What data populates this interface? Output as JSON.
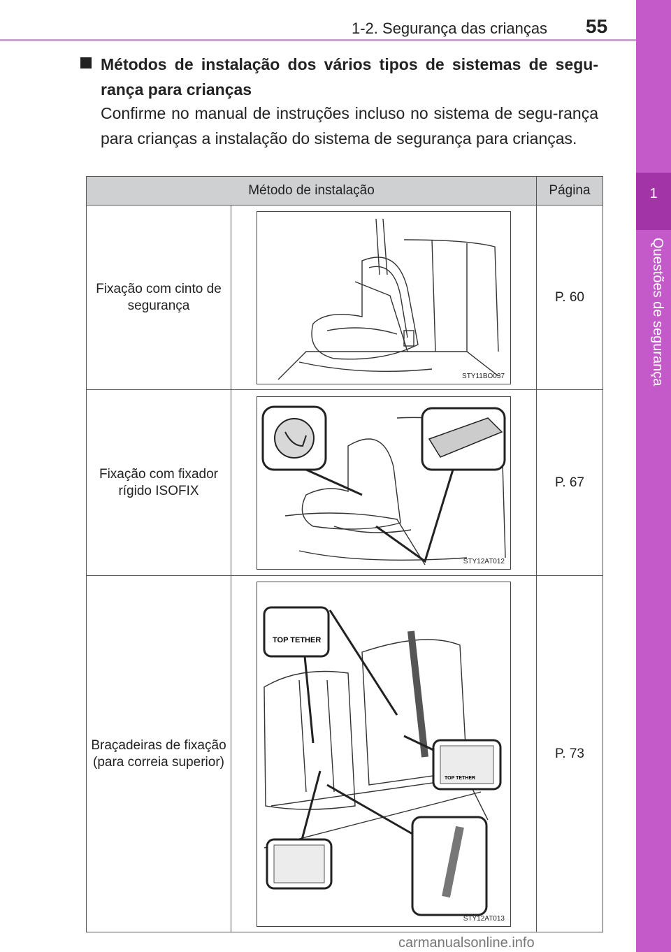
{
  "header": {
    "section_title": "1-2. Segurança das crianças",
    "page_number": "55"
  },
  "sidebar": {
    "chapter_number": "1",
    "chapter_title": "Questões de segurança"
  },
  "content": {
    "heading": "Métodos de instalação dos vários tipos de sistemas de segu-rança para crianças",
    "body": "Confirme no manual de instruções incluso no sistema de segu-rança para crianças a instalação do sistema de segurança para crianças."
  },
  "table": {
    "col_method": "Método de instalação",
    "col_page": "Página",
    "rows": [
      {
        "method": "Fixação com cinto de segurança",
        "figure_caption": "STY11BO037",
        "page": "P. 60"
      },
      {
        "method": "Fixação com fixador rígido ISOFIX",
        "figure_caption": "STY12AT012",
        "page": "P. 67"
      },
      {
        "method_line1": "Braçadeiras de fixação",
        "method_line2": "(para correia superior)",
        "figure_caption": "STY12AT013",
        "page": "P. 73",
        "badge_text": "TOP TETHER",
        "badge_text_small": "TOP TETHER"
      }
    ]
  },
  "footer": {
    "brand": "carmanualsonline.info"
  },
  "colors": {
    "sidebar": "#c45ac9",
    "sidebar_dark": "#a234a8",
    "header_rule": "#c9a3cf",
    "table_header": "#cfd0d1"
  }
}
